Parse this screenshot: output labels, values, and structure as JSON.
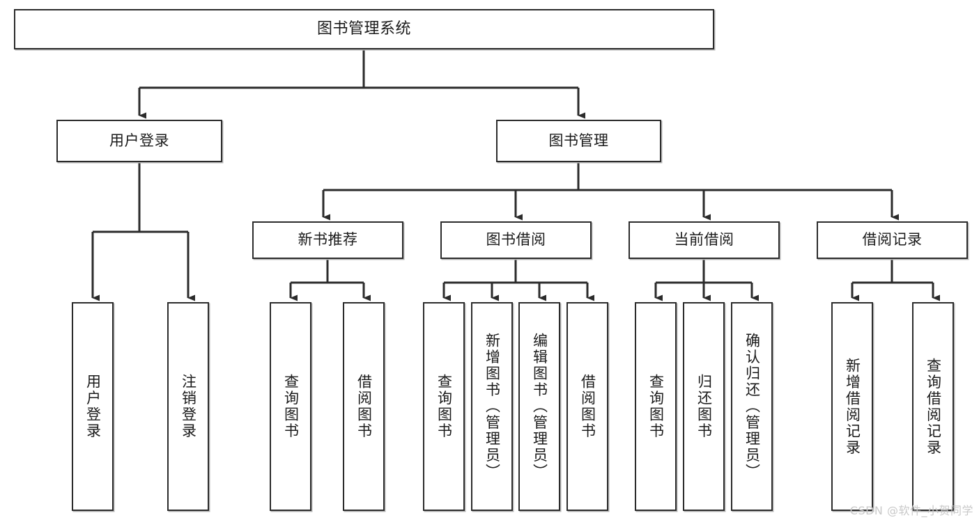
{
  "diagram": {
    "title": "图书管理系统",
    "type": "tree-hierarchy-chart",
    "watermark": "CSDN @软件_小贺同学",
    "colors": {
      "box_border": "#2b2b2b",
      "box_fill": "#ffffff",
      "connector": "#2b2b2b",
      "text": "#1a1a1a",
      "watermark": "#c9c9c9",
      "shadow": "#b8b8b8"
    }
  },
  "nodes": {
    "root": {
      "label": "图书管理系统"
    },
    "level2": [
      {
        "label": "用户登录"
      },
      {
        "label": "图书管理"
      }
    ],
    "level3": [
      {
        "label": "新书推荐"
      },
      {
        "label": "图书借阅"
      },
      {
        "label": "当前借阅"
      },
      {
        "label": "借阅记录"
      }
    ],
    "leaves": {
      "user_login": [
        {
          "label": "用户登录"
        },
        {
          "label": "注销登录"
        }
      ],
      "new_book_recommend": [
        {
          "label": "查询图书"
        },
        {
          "label": "借阅图书"
        }
      ],
      "book_borrow": [
        {
          "label": "查询图书"
        },
        {
          "label": "新增图书（管理员）"
        },
        {
          "label": "编辑图书（管理员）"
        },
        {
          "label": "借阅图书"
        }
      ],
      "current_borrow": [
        {
          "label": "查询图书"
        },
        {
          "label": "归还图书"
        },
        {
          "label": "确认归还（管理员）"
        }
      ],
      "borrow_record": [
        {
          "label": "新增借阅记录"
        },
        {
          "label": "查询借阅记录"
        }
      ]
    }
  }
}
